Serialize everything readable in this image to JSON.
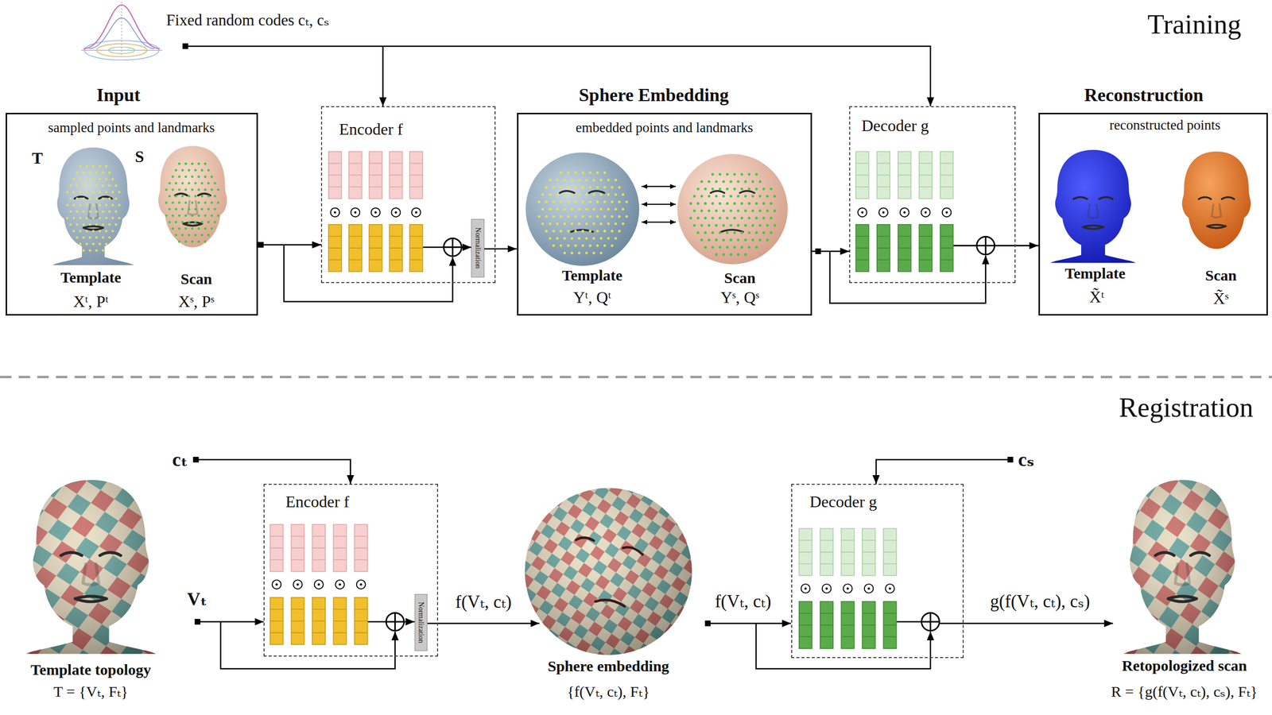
{
  "diagram": {
    "nodes": [
      {
        "text": [
          "Input",
          "sampled points and landmarks"
        ]
      },
      {
        "text": [
          "Encoder f"
        ]
      },
      {
        "text": [
          "Normalization"
        ],
        "in": 1
      },
      {
        "text": [
          "Sphere Embedding",
          "embedded points and landmarks"
        ]
      },
      {
        "text": [
          "Decoder g"
        ]
      },
      {
        "text": [
          "Reconstruction",
          "reconstructed points"
        ]
      },
      {
        "text": [
          "Encoder f"
        ]
      },
      {
        "text": [
          "Normalization"
        ],
        "in": 6
      },
      {
        "text": [
          "Decoder g"
        ]
      }
    ],
    "edges": [
      {
        "from": 0,
        "to": 1,
        "arrow": "to"
      },
      {
        "from": 2,
        "to": 3,
        "arrow": "to"
      },
      {
        "from": 3,
        "to": 4,
        "arrow": "to"
      },
      {
        "from": 4,
        "to": 5,
        "arrow": "to"
      }
    ],
    "labels": [
      "Fixed random codes cₜ, cₛ",
      "Training",
      "T",
      "S",
      "Template",
      "Xᵗ, Pᵗ",
      "Scan",
      "Xˢ, Pˢ",
      "Template",
      "Yᵗ, Qᵗ",
      "Scan",
      "Yˢ, Qˢ",
      "Template",
      "X̃ᵗ",
      "Scan",
      "X̃ˢ",
      "Registration",
      "cₜ",
      "Vₜ",
      "f(Vₜ, cₜ)",
      "f(Vₜ, cₜ)",
      "cₛ",
      "g(f(Vₜ, cₜ), cₛ)",
      "Template topology",
      "T = {Vₜ, Fₜ}",
      "Sphere embedding",
      "{f(Vₜ, cₜ), Fₜ}",
      "Retopologized scan",
      "R = {g(f(Vₜ, cₜ), cₛ), Fₜ}"
    ]
  }
}
